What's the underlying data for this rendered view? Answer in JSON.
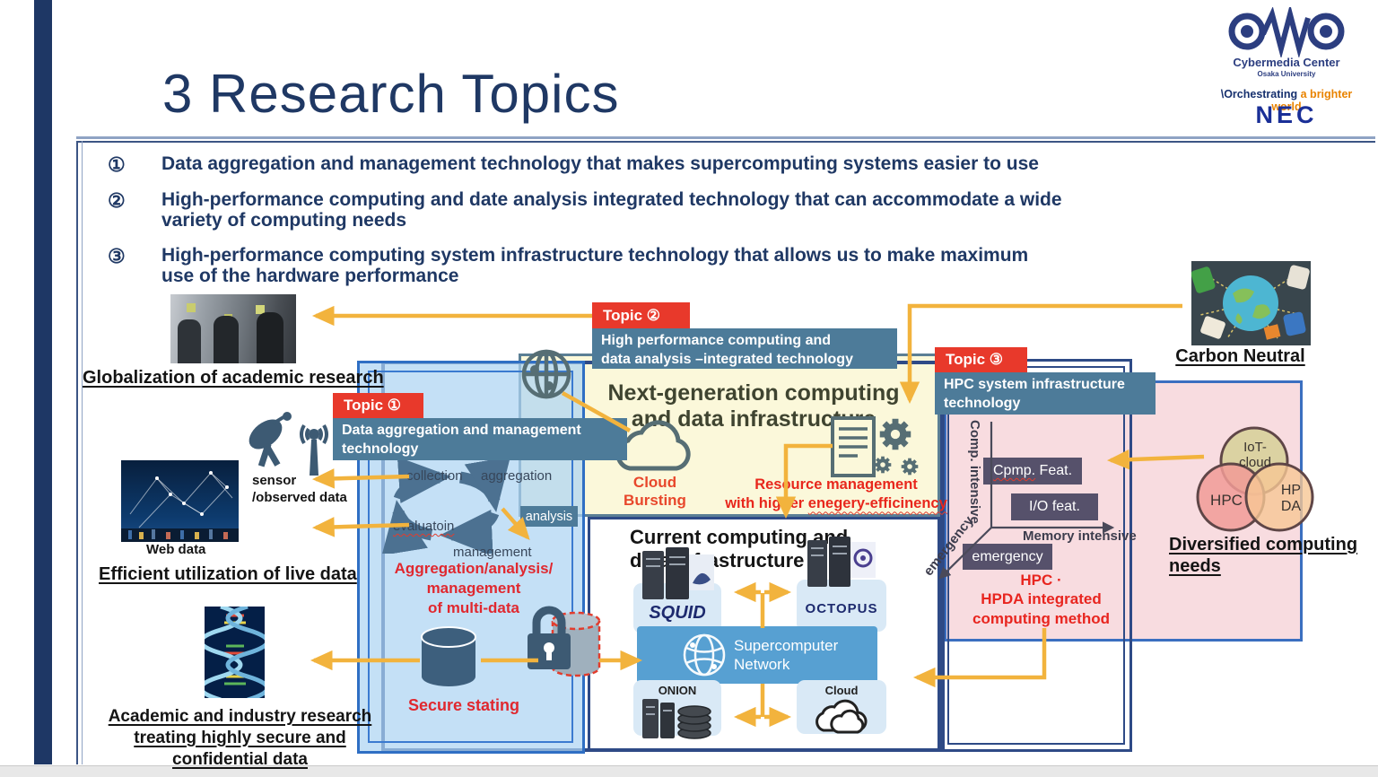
{
  "slide": {
    "title": "3 Research Topics",
    "bullets": [
      {
        "num": "①",
        "text": "Data aggregation and management technology that makes supercomputing systems easier to use"
      },
      {
        "num": "②",
        "text": "High-performance computing and date analysis integrated technology that can accommodate a wide\nvariety of computing needs"
      },
      {
        "num": "③",
        "text": "High-performance computing system infrastructure technology that allows us to make maximum\nuse of the hardware performance"
      }
    ]
  },
  "logos": {
    "cmc_name": "Cybermedia Center",
    "cmc_university": "Osaka University",
    "nec_tagline_orchestrating": "\\Orchestrating",
    "nec_tagline_world": " a brighter world",
    "nec_wordmark": "NEC"
  },
  "topics": {
    "t1_label": "Topic ①",
    "t1_title": "Data aggregation and management\ntechnology",
    "t2_label": "Topic ②",
    "t2_title": "High performance computing and\ndata analysis –integrated technology",
    "t3_label": "Topic ③",
    "t3_title": "HPC system infrastructure\ntechnology"
  },
  "left_column": {
    "globalization": "Globalization of academic research",
    "sensor": "sensor\n/observed data",
    "web_data": "Web data",
    "efficient": "Efficient utilization of live data",
    "academic": "Academic and industry research\ntreating highly secure and\nconfidential data"
  },
  "topic1_area": {
    "cycle_collection": "collection",
    "cycle_aggregation": "aggregation",
    "cycle_evaluation": "evaluatoin",
    "cycle_analysis": "analysis",
    "cycle_management": "management",
    "multi_data": "Aggregation/analysis/\nmanagement\nof multi-data",
    "secure": "Secure stating"
  },
  "next_gen": {
    "heading": "Next-generation computing\nand data infrastructure",
    "cloud_bursting": "Cloud\nBursting",
    "resource_line1": "Resource management",
    "resource_line2_prefix": "with higher ",
    "resource_line2_misspelled": "enegery-efficinency"
  },
  "current": {
    "heading": "Current computing and\ndata infrastructure",
    "node_squid": "SQUID",
    "node_octopus": "OCTOPUS",
    "node_onion": "ONION",
    "node_cloud": "Cloud",
    "network": "Supercomputer\nNetwork"
  },
  "topic3_area": {
    "axis_vertical": "Comp. intensive",
    "axis_horizontal": "Memory intensive",
    "axis_diagonal": "emergency",
    "box_comp_feat_word": "Cpmp.",
    "box_comp_feat_rest": " Feat.",
    "box_io_feat": "I/O feat.",
    "box_emergency": "emergency",
    "hpc_method": "HPC ·\nHPDA integrated\ncomputing method"
  },
  "right_column": {
    "carbon": "Carbon Neutral",
    "venn_top": "IoT-\ncloud",
    "venn_left": "HPC",
    "venn_right": "HP\nDA",
    "diversified": "Diversified computing\nneeds"
  }
}
